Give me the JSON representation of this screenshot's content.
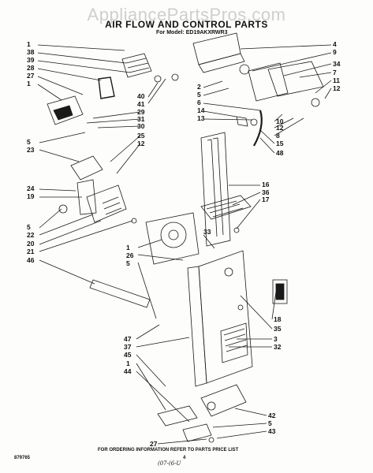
{
  "watermark": "AppliancePartsPros.com",
  "title": "AIR FLOW AND CONTROL PARTS",
  "model": "For Model: ED19AKXRWR3",
  "footer": {
    "doc_number": "879765",
    "page_number": "4",
    "instruction": "FOR ORDERING INFORMATION REFER TO PARTS PRICE LIST",
    "handwritten": "(07-(6-U"
  },
  "callouts": {
    "left": [
      "1",
      "38",
      "39",
      "28",
      "27",
      "1",
      "40",
      "41",
      "29",
      "31",
      "30",
      "5",
      "23",
      "25",
      "12",
      "24",
      "19",
      "5",
      "22",
      "20",
      "21",
      "46",
      "1",
      "26",
      "5",
      "33",
      "47",
      "37",
      "45",
      "1",
      "44"
    ],
    "right": [
      "4",
      "9",
      "34",
      "7",
      "11",
      "12",
      "2",
      "5",
      "6",
      "14",
      "13",
      "10",
      "12",
      "8",
      "15",
      "48",
      "16",
      "36",
      "17",
      "18",
      "35",
      "3",
      "32",
      "42",
      "5",
      "27",
      "43"
    ]
  },
  "colors": {
    "ink": "#1a1a1a",
    "watermark": "#cfcfcf"
  }
}
